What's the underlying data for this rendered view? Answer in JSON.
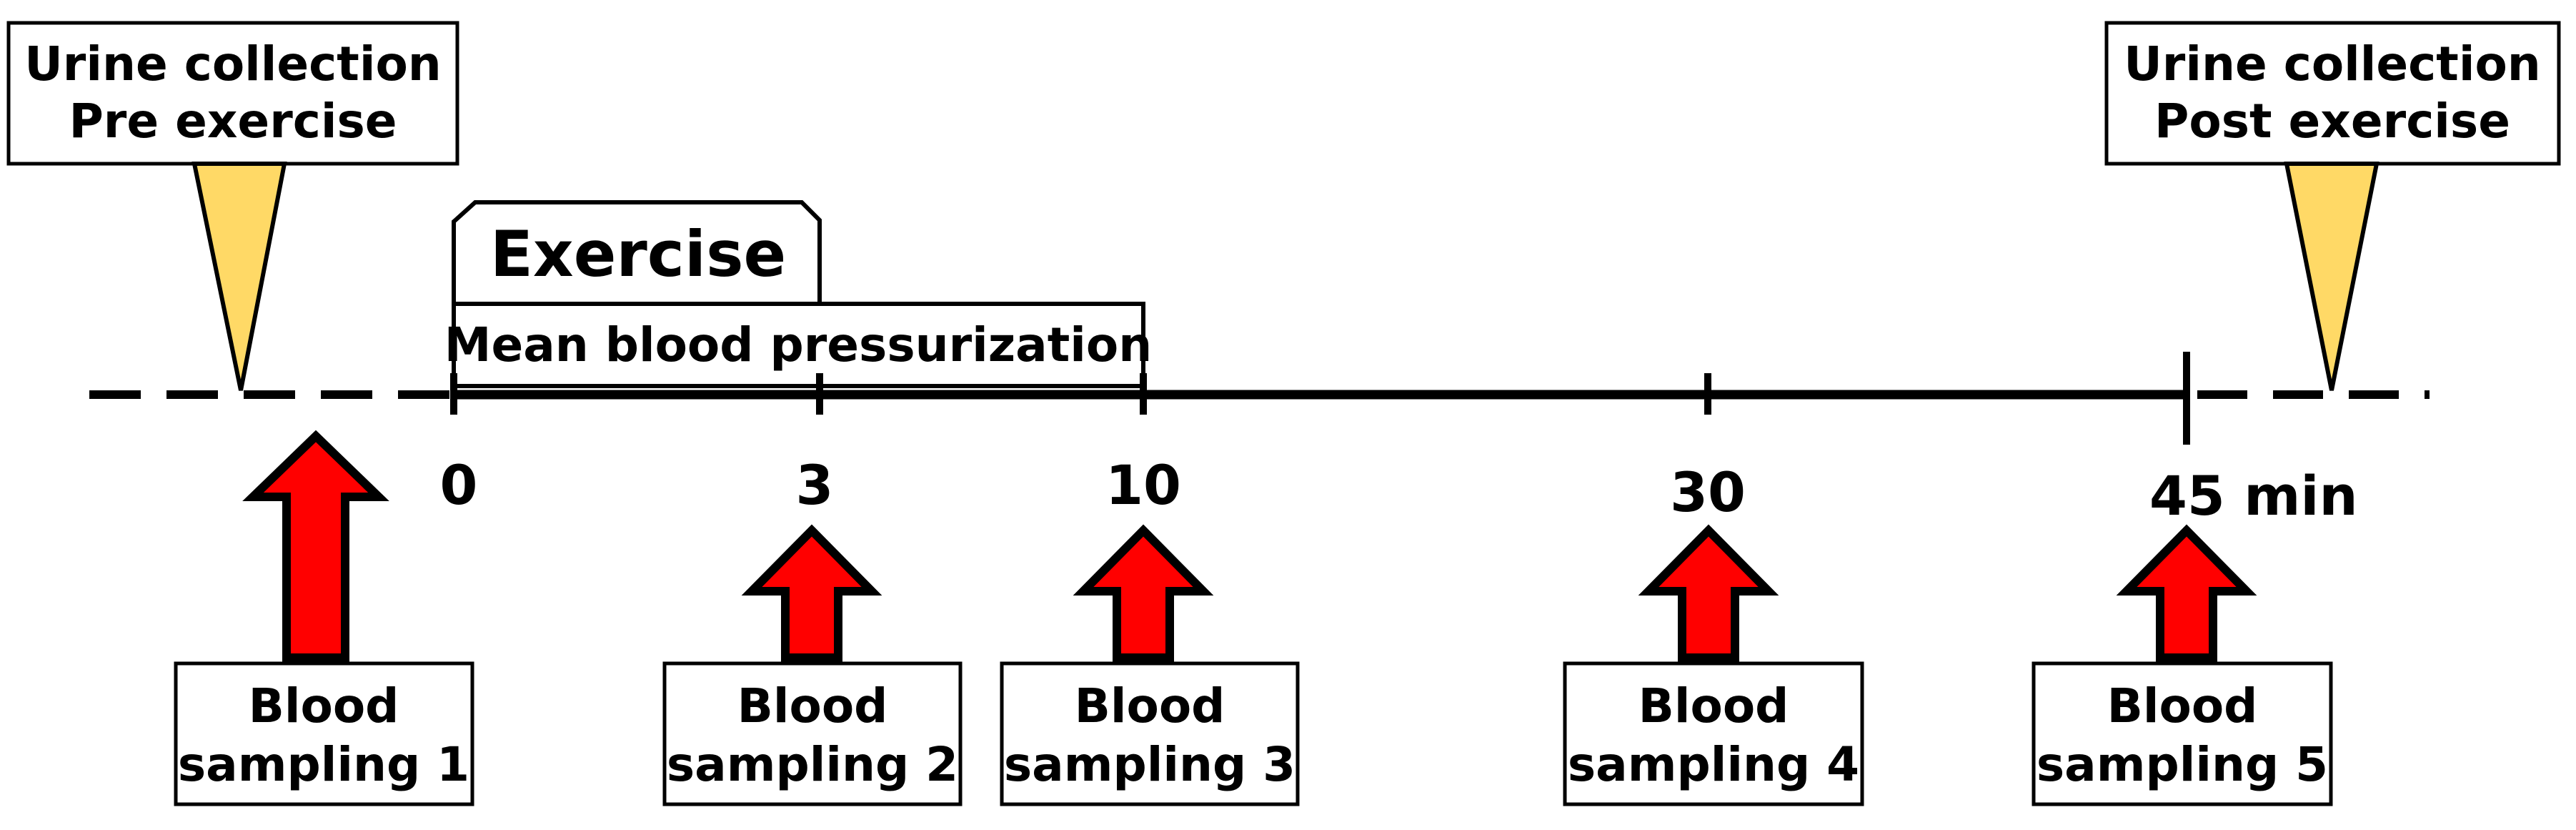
{
  "colors": {
    "line": "#000000",
    "arrow_fill": "#ff0000",
    "funnel_fill": "#ffd966",
    "box_fill": "#ffffff"
  },
  "urine": {
    "pre": {
      "line1": "Urine collection",
      "line2": "Pre exercise"
    },
    "post": {
      "line1": "Urine collection",
      "line2": "Post exercise"
    }
  },
  "exercise": {
    "label": "Exercise",
    "pressurization_label": "Mean blood pressurization"
  },
  "timeline": {
    "ticks": [
      {
        "label": "0"
      },
      {
        "label": "3"
      },
      {
        "label": "10"
      },
      {
        "label": "30"
      },
      {
        "label": "45 min"
      }
    ]
  },
  "blood_samples": [
    {
      "line1": "Blood",
      "line2": "sampling 1"
    },
    {
      "line1": "Blood",
      "line2": "sampling 2"
    },
    {
      "line1": "Blood",
      "line2": "sampling 3"
    },
    {
      "line1": "Blood",
      "line2": "sampling 4"
    },
    {
      "line1": "Blood",
      "line2": "sampling 5"
    }
  ]
}
